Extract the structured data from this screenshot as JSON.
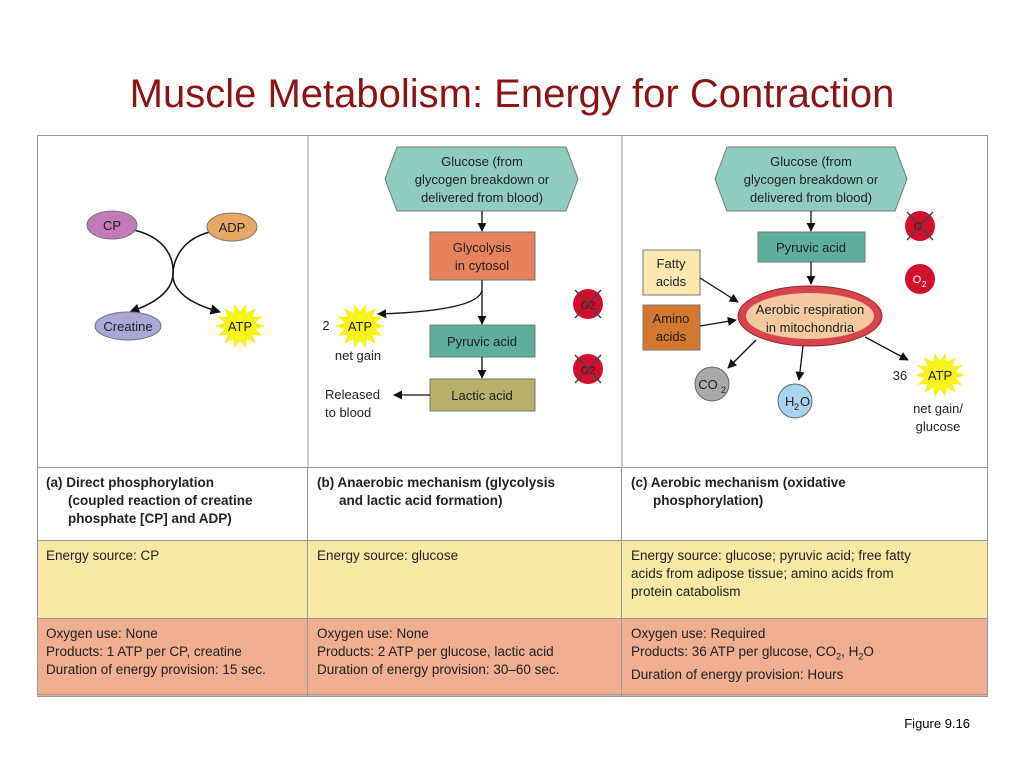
{
  "title": "Muscle Metabolism: Energy for Contraction",
  "figure_label": "Figure 9.16",
  "colors": {
    "title": "#8b1414",
    "energy_row": "#f8e8a6",
    "oxygen_row": "#eeae8f",
    "glucose": "#8fcbbf",
    "glycolysis": "#e8825c",
    "pyruvic": "#5fae9c",
    "lactic": "#b6b06a",
    "atp": "#f7f21c",
    "oxygen": "#d2102e"
  },
  "panel_a": {
    "cp": "CP",
    "adp": "ADP",
    "creatine": "Creatine",
    "atp": "ATP"
  },
  "panel_b": {
    "glucose": [
      "Glucose (from",
      "glycogen breakdown or",
      "delivered from blood)"
    ],
    "glycolysis": [
      "Glycolysis",
      "in cytosol"
    ],
    "pyruvic": "Pyruvic acid",
    "lactic": "Lactic acid",
    "atp_count": "2",
    "atp": "ATP",
    "net_gain": "net gain",
    "released": [
      "Released",
      "to blood"
    ],
    "o2_absent": "O2"
  },
  "panel_c": {
    "glucose": [
      "Glucose (from",
      "glycogen breakdown or",
      "delivered from blood)"
    ],
    "pyruvic": "Pyruvic acid",
    "fatty": [
      "Fatty",
      "acids"
    ],
    "amino": [
      "Amino",
      "acids"
    ],
    "mito": [
      "Aerobic respiration",
      "in mitochondria"
    ],
    "co2": "CO",
    "co2_sub": "2",
    "h2o_h": "H",
    "h2o_sub": "2",
    "h2o_o": "O",
    "atp_count": "36",
    "atp": "ATP",
    "net_gain": [
      "net gain/",
      "glucose"
    ],
    "o2": "O",
    "o2_sub": "2"
  },
  "table": {
    "captions": [
      {
        "l1": "(a) Direct phosphorylation",
        "l2": "(coupled reaction of creatine",
        "l3": "phosphate [CP] and ADP)"
      },
      {
        "l1": "(b) Anaerobic mechanism (glycolysis",
        "l2": "and lactic acid formation)"
      },
      {
        "l1": "(c) Aerobic mechanism (oxidative",
        "l2": "phosphorylation)"
      }
    ],
    "energy": [
      [
        "Energy source: CP"
      ],
      [
        "Energy source: glucose"
      ],
      [
        "Energy source: glucose; pyruvic acid; free fatty",
        "acids from adipose tissue; amino acids from",
        "protein catabolism"
      ]
    ],
    "oxygen": [
      {
        "use": "Oxygen use: None",
        "products": "Products: 1 ATP per CP, creatine",
        "duration": "Duration of energy provision: 15 sec."
      },
      {
        "use": "Oxygen use: None",
        "products": "Products: 2 ATP per glucose, lactic acid",
        "duration": "Duration of energy provision: 30–60 sec."
      },
      {
        "use": "Oxygen use: Required",
        "products_a": "Products: 36 ATP per glucose, CO",
        "sub1": "2",
        "products_b": ", H",
        "sub2": "2",
        "products_c": "O",
        "duration": "Duration of energy provision: Hours"
      }
    ]
  }
}
